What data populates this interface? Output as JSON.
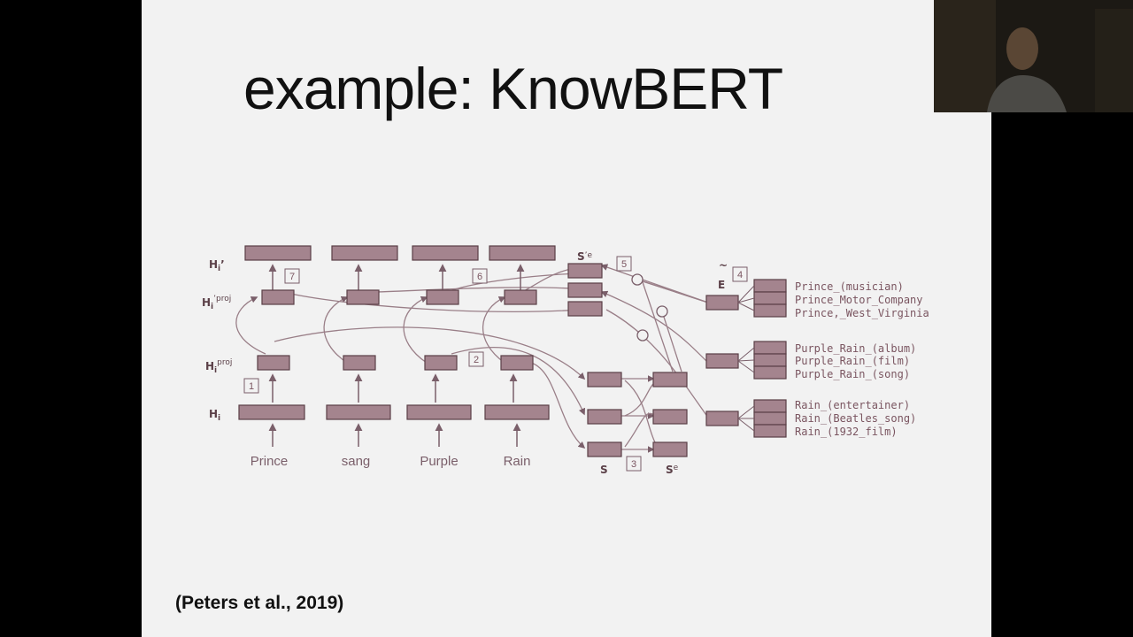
{
  "slide": {
    "title": "example: KnowBERT",
    "citation": "(Peters et al., 2019)"
  },
  "diagram": {
    "row_labels": {
      "hi_prime": "H",
      "hi_prime_sub": "i",
      "hi_prime_mark": "’",
      "hi_proj_prime": "H",
      "hi_proj_prime_sub": "i",
      "hi_proj_prime_sup": "’proj",
      "hi_proj": "H",
      "hi_proj_sub": "i",
      "hi_proj_sup": "proj",
      "hi": "H",
      "hi_sub": "i"
    },
    "tokens": [
      "Prince",
      "sang",
      "Purple",
      "Rain"
    ],
    "step_numbers": [
      "1",
      "2",
      "3",
      "4",
      "5",
      "6",
      "7"
    ],
    "span_labels": {
      "s": "S",
      "se": "S",
      "se_sup": "e",
      "sprime_e": "S",
      "sprime_e_sup": "’e",
      "e_tilde": "E",
      "tilde": "~"
    },
    "entity_groups": [
      [
        "Prince_(musician)",
        "Prince_Motor_Company",
        "Prince,_West_Virginia"
      ],
      [
        "Purple_Rain_(album)",
        "Purple_Rain_(film)",
        "Purple_Rain_(song)"
      ],
      [
        "Rain_(entertainer)",
        "Rain_(Beatles_song)",
        "Rain_(1932_film)"
      ]
    ],
    "colors": {
      "box_fill": "#a4848e",
      "box_stroke": "#5a3f47",
      "line": "#9a7f88"
    }
  },
  "webcam": {
    "description_icon": "presenter-video-icon"
  }
}
